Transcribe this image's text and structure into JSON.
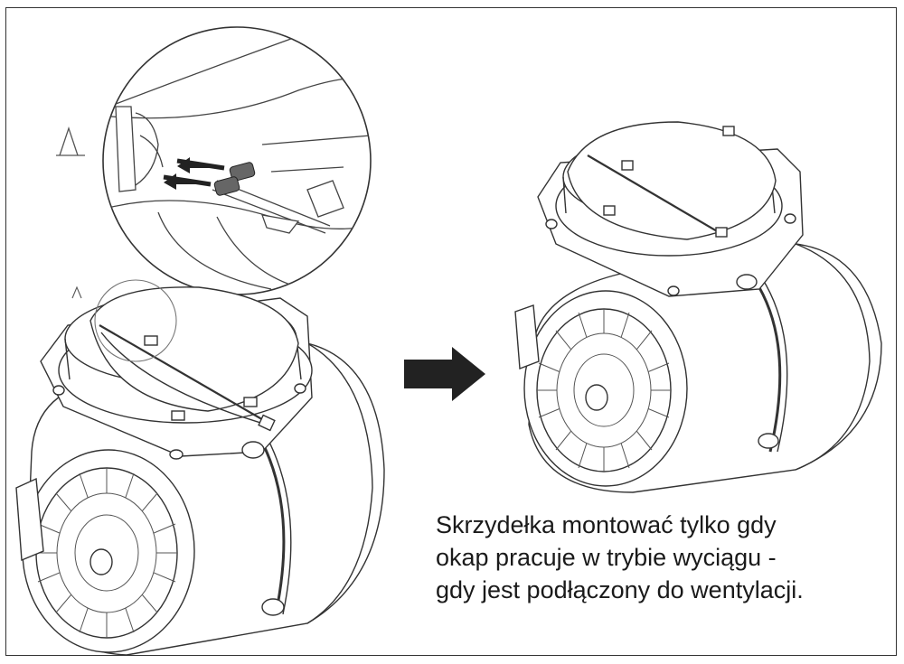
{
  "figure": {
    "marker_detail": "A",
    "marker_main": "A"
  },
  "caption": {
    "lines": [
      "Skrzydełka montować tylko gdy",
      "okap pracuje w trybie wyciągu -",
      "gdy jest podłączony do wentylacji."
    ]
  },
  "icons": [
    "arrow-right-icon"
  ],
  "colors": {
    "line": "#333333",
    "arrow": "#222222",
    "background": "#ffffff"
  }
}
